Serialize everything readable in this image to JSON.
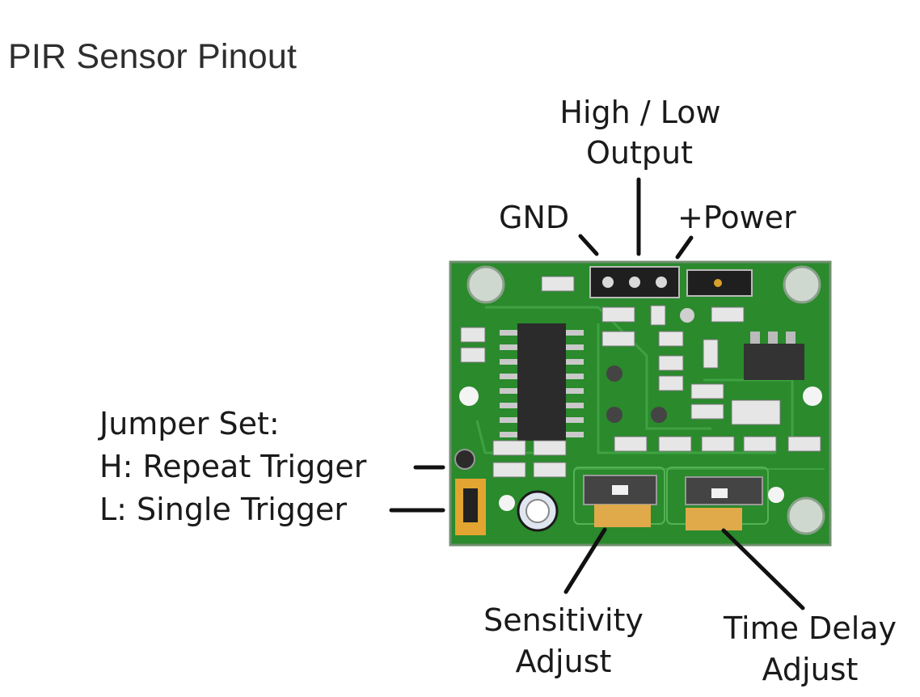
{
  "title": "PIR Sensor Pinout",
  "labels": {
    "high_low_line1": "High / Low",
    "high_low_line2": "Output",
    "gnd": "GND",
    "power": "+Power",
    "jumper_title": "Jumper Set:",
    "jumper_h": "H: Repeat Trigger",
    "jumper_l": "L: Single Trigger",
    "sensitivity_line1": "Sensitivity",
    "sensitivity_line2": "Adjust",
    "time_delay_line1": "Time Delay",
    "time_delay_line2": "Adjust"
  },
  "colors": {
    "pcb": "#2a8a2c",
    "pcb_dark": "#1e6e20",
    "potentiometer": "#e0a94a",
    "jumper": "#e2a531",
    "ink": "#1a1a1a"
  }
}
